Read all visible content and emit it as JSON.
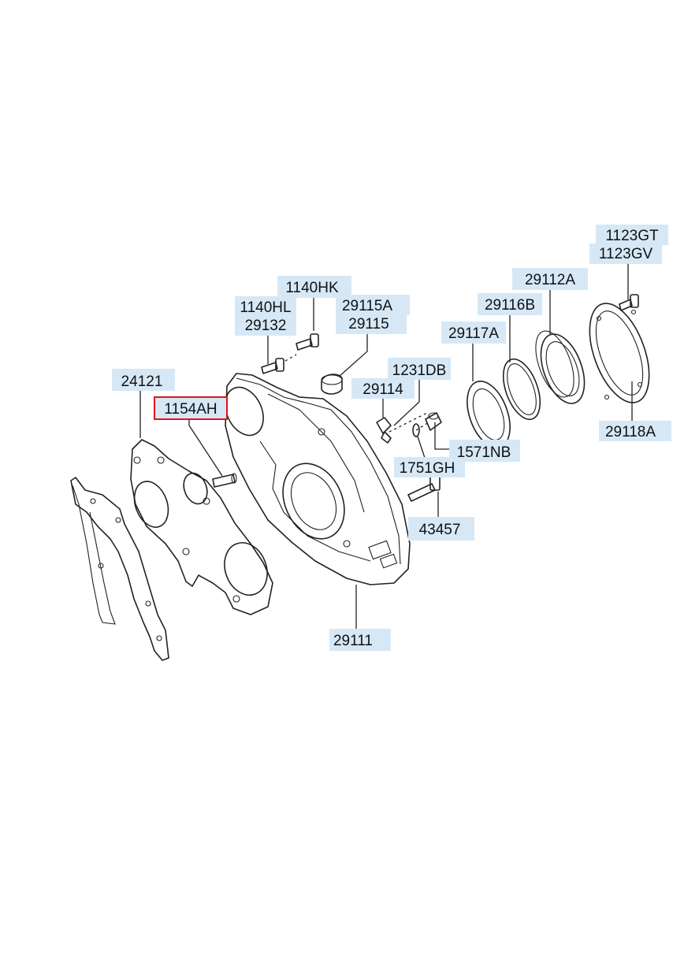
{
  "callouts": {
    "c1123gt": "1123GT",
    "c1123gv": "1123GV",
    "c29112a": "29112A",
    "c29116b": "29116B",
    "c29117a": "29117A",
    "c1140hk": "1140HK",
    "c1140hl": "1140HL",
    "c29132": "29132",
    "c29115a": "29115A",
    "c29115": "29115",
    "c1231db": "1231DB",
    "c29114": "29114",
    "c24121": "24121",
    "c1154ah": "1154AH",
    "c1571nb": "1571NB",
    "c1751gh": "1751GH",
    "c43457": "43457",
    "c29118a": "29118A",
    "c29111": "29111"
  },
  "colors": {
    "label_background": "#d6e8f6",
    "highlight_border": "#e0141b",
    "line_art": "#222222"
  },
  "highlighted_part": "1154AH"
}
